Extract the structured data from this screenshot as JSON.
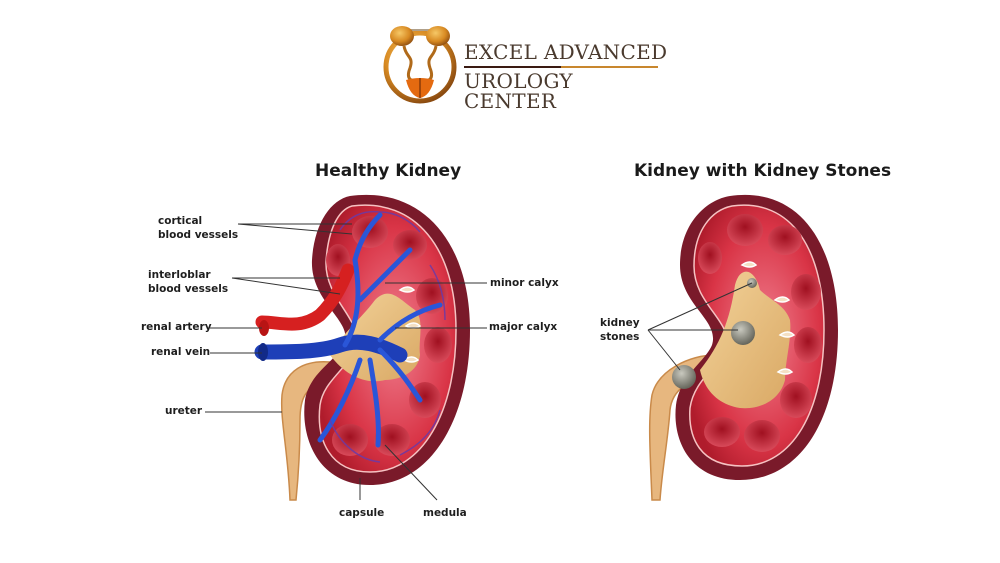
{
  "logo": {
    "line1": "EXCEL ADVANCED",
    "line2": "UROLOGY CENTER",
    "icon": "urology-logo-icon",
    "colors": {
      "gold": "#c8872e",
      "orange": "#e07a12",
      "dark": "#3a1a12"
    }
  },
  "healthy_kidney": {
    "title": "Healthy Kidney",
    "labels": {
      "cortical_blood_vessels_1": "cortical",
      "cortical_blood_vessels_2": "blood vessels",
      "interlobular_blood_vessels_1": "interloblar",
      "interlobular_blood_vessels_2": "blood vessels",
      "renal_artery": "renal artery",
      "renal_vein": "renal vein",
      "ureter": "ureter",
      "minor_calyx": "minor calyx",
      "major_calyx": "major calyx",
      "capsule": "capsule",
      "medula": "medula"
    }
  },
  "stone_kidney": {
    "title": "Kidney with Kidney Stones",
    "labels": {
      "kidney_stones_1": "kidney",
      "kidney_stones_2": "stones"
    }
  },
  "colors": {
    "capsule": "#7a1a2a",
    "cortex": "#d9384a",
    "medulla": "#b81e2e",
    "pelvis": "#e2b87a",
    "artery": "#d62020",
    "vein": "#1e3fb8",
    "stone": "#8a8a80"
  }
}
